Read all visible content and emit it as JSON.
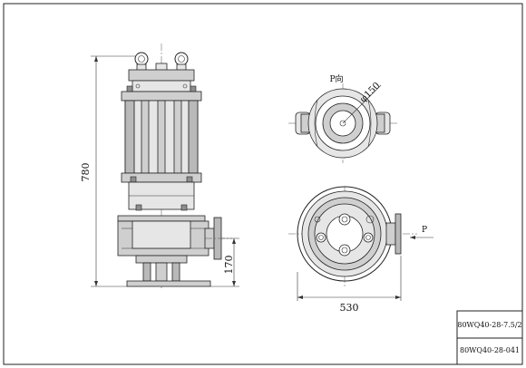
{
  "dimensions": {
    "overall_height": "780",
    "base_height": "170",
    "plan_width": "530",
    "outlet_diameter": "φ150"
  },
  "labels": {
    "view_direction": "P向",
    "flow_arrow": "P"
  },
  "title_block": {
    "model": "80WQ40-28-7.5/2",
    "drawing_number": "80WQ40-28-041"
  }
}
